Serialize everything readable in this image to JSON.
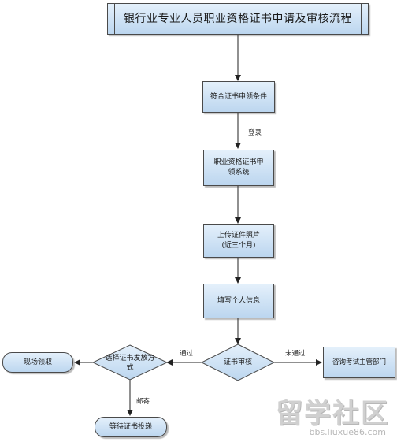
{
  "flowchart": {
    "title": "银行业专业人员职业资格证书申请及审核流程",
    "nodes": {
      "eligible": "符合证书申领条件",
      "system": "职业资格证书申领系统",
      "upload_line1": "上传证件照片",
      "upload_line2": "(近三个月)",
      "fill_info": "填写个人信息",
      "review": "证书审核",
      "choose_method": "选择证书发放方式",
      "onsite": "现场领取",
      "consult": "咨询考试主管部门",
      "wait_delivery": "等待证书投递"
    },
    "edge_labels": {
      "login": "登录",
      "passed": "通过",
      "not_passed": "未通过",
      "mail": "邮寄"
    }
  },
  "watermark": {
    "main": "留学社区",
    "url": "bbs.liuxue86.com"
  },
  "colors": {
    "box_fill_top": "#e4f0fb",
    "box_fill_bottom": "#bcd6ef",
    "border": "#4a4a4a",
    "watermark": "#d0d0d0"
  }
}
